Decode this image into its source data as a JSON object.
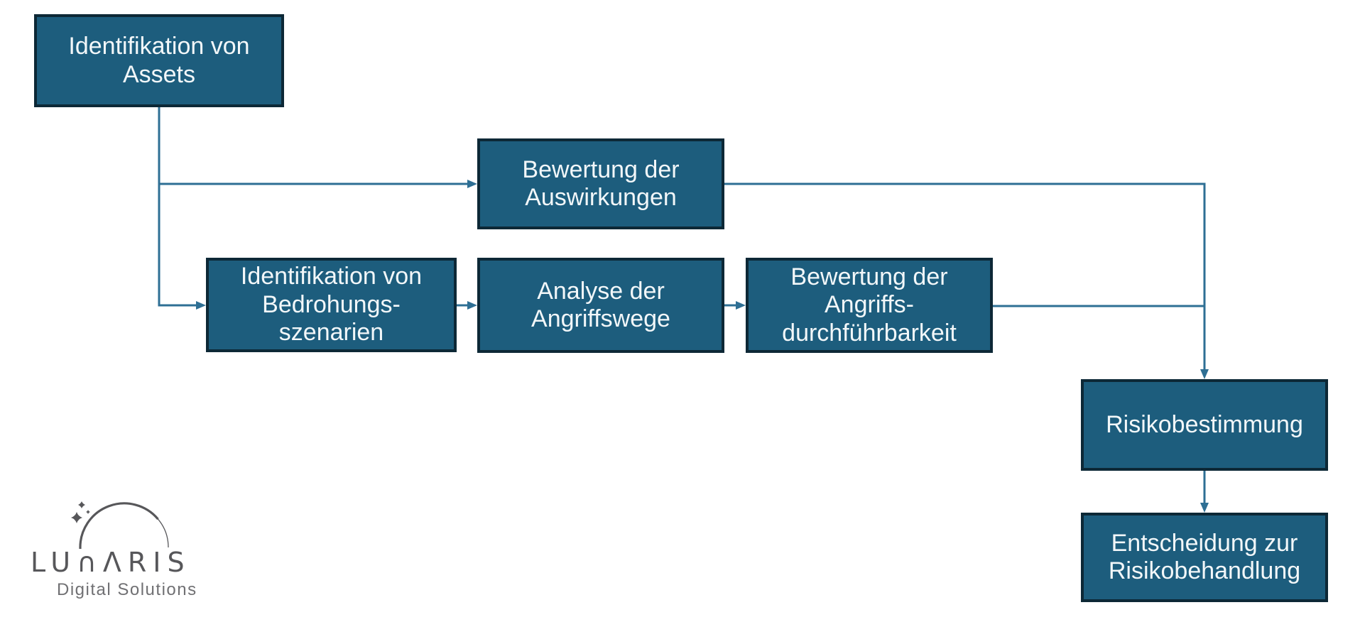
{
  "diagram": {
    "colors": {
      "box-fill": "#1d5d7d",
      "box-border": "#0d2836",
      "box-text": "#f2f7f9",
      "arrow-color": "#2e6f94",
      "logo-gray": "#57575a",
      "logo-tagline-gray": "#707073"
    },
    "nodes": [
      {
        "id": "identify-assets",
        "label": "Identifikation von\nAssets"
      },
      {
        "id": "impact-assessment",
        "label": "Bewertung der\nAuswirkungen"
      },
      {
        "id": "threat-scenarios",
        "label": "Identifikation von\nBedrohungs-\nszenarien"
      },
      {
        "id": "attack-path-analysis",
        "label": "Analyse der\nAngriffswege"
      },
      {
        "id": "attack-feasibility",
        "label": "Bewertung der\nAngriffs-\ndurchführbarkeit"
      },
      {
        "id": "risk-determination",
        "label": "Risikobestimmung"
      },
      {
        "id": "risk-treatment",
        "label": "Entscheidung zur\nRisikobehandlung"
      }
    ],
    "edges": [
      {
        "from": "identify-assets",
        "to": "impact-assessment"
      },
      {
        "from": "identify-assets",
        "to": "threat-scenarios"
      },
      {
        "from": "threat-scenarios",
        "to": "attack-path-analysis"
      },
      {
        "from": "attack-path-analysis",
        "to": "attack-feasibility"
      },
      {
        "from": "impact-assessment",
        "to": "risk-determination"
      },
      {
        "from": "attack-feasibility",
        "to": "risk-determination"
      },
      {
        "from": "risk-determination",
        "to": "risk-treatment"
      }
    ]
  },
  "logo": {
    "brand": "LUNARIS",
    "wordmark_display": "LU∩ΛRIS",
    "tagline": "Digital Solutions"
  }
}
